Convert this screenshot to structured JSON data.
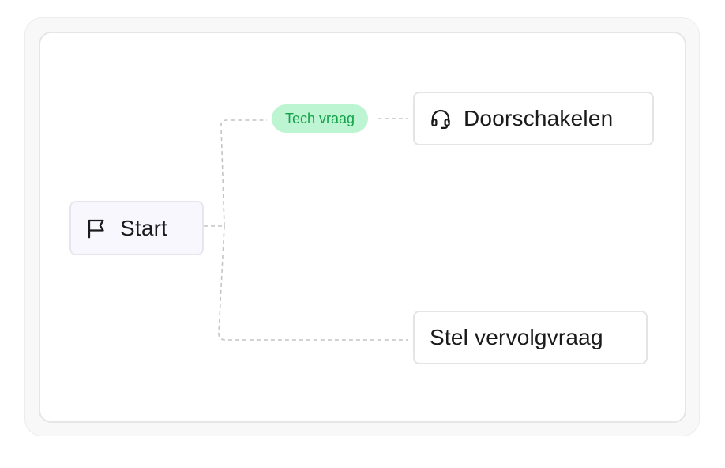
{
  "diagram": {
    "nodes": {
      "start": {
        "label": "Start",
        "icon": "flag-icon"
      },
      "transfer": {
        "label": "Doorschakelen",
        "icon": "headset-icon"
      },
      "followup": {
        "label": "Stel vervolgvraag"
      }
    },
    "edges": [
      {
        "from": "start",
        "to": "transfer",
        "label": "Tech vraag",
        "style": "dashed"
      },
      {
        "from": "start",
        "to": "followup",
        "label": "",
        "style": "dashed"
      }
    ],
    "colors": {
      "badge_bg": "#bdf5d3",
      "badge_text": "#13a14a",
      "connector": "#c4c4c4",
      "start_bg": "#f8f7fd",
      "node_border": "#e4e4e6"
    }
  }
}
